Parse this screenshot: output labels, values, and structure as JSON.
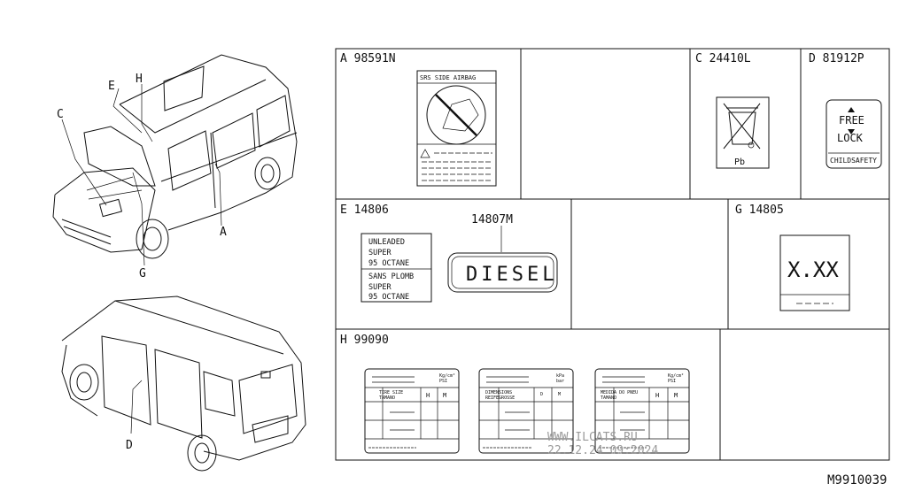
{
  "drawing_code": "M9910039",
  "watermark": "WWW.ILCATS.RU\n22.12.24 09:2024",
  "vehicle_callouts": {
    "top": [
      "E",
      "H",
      "C",
      "A",
      "G"
    ],
    "bottom": [
      "D"
    ]
  },
  "panels": {
    "A": {
      "title": "A 98591N",
      "label_header": "SRS SIDE AIRBAG"
    },
    "C": {
      "title": "C 24410L",
      "label_text": "Pb"
    },
    "D": {
      "title": "D 81912P",
      "lines": [
        "FREE",
        "LOCK",
        "CHILDSAFETY"
      ]
    },
    "E": {
      "title": "E 14806",
      "lines": [
        "UNLEADED",
        "SUPER",
        "95 OCTANE",
        "SANS PLOMB",
        "SUPER",
        "95 OCTANE"
      ]
    },
    "E2": {
      "title": "14807M",
      "badge": "DIESEL"
    },
    "G": {
      "title": "G 14805",
      "value": "X.XX"
    },
    "H": {
      "title": "H 99090",
      "tables": [
        {
          "unit": "Kg/cm²\nPSI",
          "header": "TIRE SIZE\nTAMANO",
          "cols": [
            "H",
            "M"
          ]
        },
        {
          "unit": "kPa\nbar",
          "header": "DIMENSIONS\nREIFEGROSSE",
          "cols": [
            "D",
            "M"
          ]
        },
        {
          "unit": "Kg/cm²\nPSI",
          "header": "MEDIDA DO PNEU\nTAMANO",
          "cols": [
            "H",
            "M"
          ]
        }
      ]
    }
  }
}
